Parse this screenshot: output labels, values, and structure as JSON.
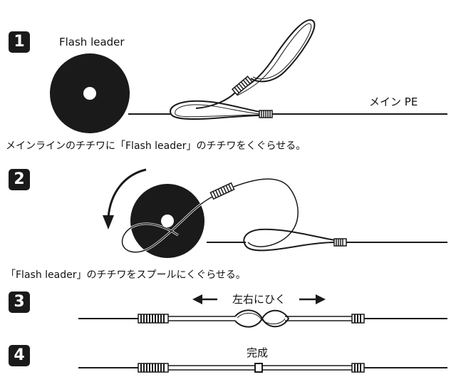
{
  "steps": [
    {
      "number": "1",
      "spool_label": "Flash leader",
      "line_label": "メイン PE",
      "caption": "メインラインのチチワに「Flash leader」のチチワをくぐらせる。"
    },
    {
      "number": "2",
      "caption": "「Flash leader」のチチワをスプールにくぐらせる。"
    },
    {
      "number": "3",
      "label": "左右にひく"
    },
    {
      "number": "4",
      "label": "完成"
    }
  ],
  "colors": {
    "ink": "#1a1a1a",
    "background": "#ffffff"
  }
}
